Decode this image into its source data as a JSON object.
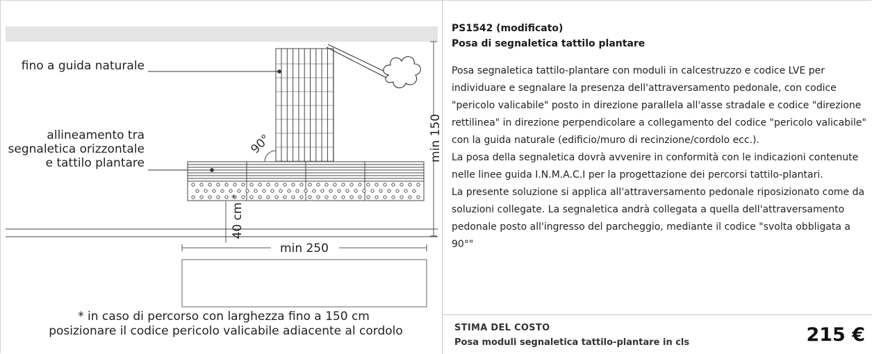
{
  "figure": {
    "label_guide": "fino a guida naturale",
    "label_align_1": "allineamento tra",
    "label_align_2": "segnaletica orizzontale",
    "label_align_3": "e tattilo plantare",
    "label_angle": "90°",
    "label_height": "min 150",
    "label_offset": "40 cm",
    "label_asterisk": "*",
    "label_width": "min 250",
    "footnote_1": "* in caso di percorso con larghezza fino a 150 cm",
    "footnote_2": "posizionare il codice pericolo valicabile adiacente al cordolo"
  },
  "panel": {
    "code": "PS1542 (modificato)",
    "subtitle": "Posa di segnaletica tattilo plantare",
    "paragraphs": [
      "Posa segnaletica tattilo-plantare con moduli in calcestruzzo e codice LVE per individuare e segnalare la presenza dell'attraversamento pedonale, con codice \"pericolo valicabile\" posto in direzione parallela all'asse stradale e codice \"direzione rettilinea\" in direzione perpendicolare a collegamento del codice \"pericolo valicabile\" con la guida naturale (edificio/muro di recinzione/cordolo ecc.).",
      "La posa della segnaletica dovrà avvenire in conformità con le indicazioni contenute nelle linee guida I.N.M.A.C.I per la progettazione dei percorsi tattilo-plantari.",
      "La presente soluzione si applica all'attraversamento pedonale riposizionato come da soluzioni collegate. La segnaletica andrà collegata a quella dell'attraversamento pedonale posto all'ingresso del parcheggio, mediante il codice \"svolta obbligata a 90°\""
    ]
  },
  "cost": {
    "label": "STIMA DEL COSTO",
    "item": "Posa moduli segnaletica tattilo-plantare in cls",
    "price": "215 €"
  }
}
